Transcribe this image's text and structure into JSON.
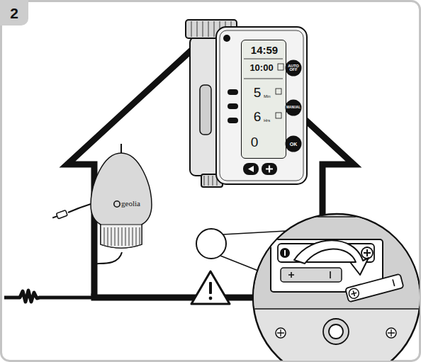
{
  "diagram": {
    "nodes": [
      {
        "text": [
          "2"
        ]
      },
      {
        "text": [
          "14:59",
          "10:00",
          "5",
          "Min",
          "6",
          "Hrs",
          "0"
        ]
      },
      {
        "text": [
          "AUTO OFF"
        ]
      },
      {
        "text": [
          "MANUAL"
        ]
      },
      {
        "text": [
          "OK"
        ]
      },
      {
        "text": [
          "geolia"
        ]
      }
    ]
  }
}
